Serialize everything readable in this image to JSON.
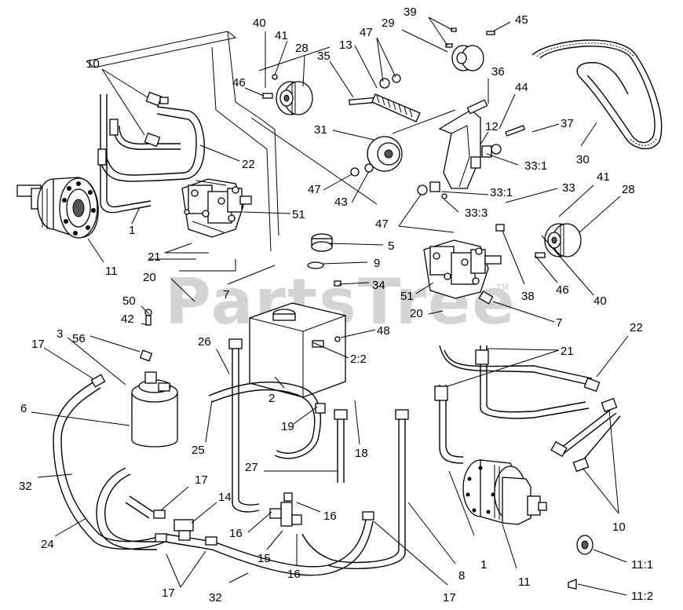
{
  "watermark": {
    "text": "PartsTree",
    "tm": "TM"
  },
  "callouts": [
    {
      "id": "c10a",
      "text": "10"
    },
    {
      "id": "c22a",
      "text": "22"
    },
    {
      "id": "c1a",
      "text": "1"
    },
    {
      "id": "c11a",
      "text": "11"
    },
    {
      "id": "c21a",
      "text": "21"
    },
    {
      "id": "c51a",
      "text": "51"
    },
    {
      "id": "c20a",
      "text": "20"
    },
    {
      "id": "c7a",
      "text": "7"
    },
    {
      "id": "c50",
      "text": "50"
    },
    {
      "id": "c42",
      "text": "42"
    },
    {
      "id": "c56",
      "text": "56"
    },
    {
      "id": "c3",
      "text": "3"
    },
    {
      "id": "c17a",
      "text": "17"
    },
    {
      "id": "c6",
      "text": "6"
    },
    {
      "id": "c26",
      "text": "26"
    },
    {
      "id": "c25",
      "text": "25"
    },
    {
      "id": "c32a",
      "text": "32"
    },
    {
      "id": "c24",
      "text": "24"
    },
    {
      "id": "c17b",
      "text": "17"
    },
    {
      "id": "c14",
      "text": "14"
    },
    {
      "id": "c17c",
      "text": "17"
    },
    {
      "id": "c32b",
      "text": "32"
    },
    {
      "id": "c16a",
      "text": "16"
    },
    {
      "id": "c15",
      "text": "15"
    },
    {
      "id": "c16b",
      "text": "16"
    },
    {
      "id": "c16c",
      "text": "16"
    },
    {
      "id": "c27",
      "text": "27"
    },
    {
      "id": "c19",
      "text": "19"
    },
    {
      "id": "c18",
      "text": "18"
    },
    {
      "id": "c2",
      "text": "2"
    },
    {
      "id": "c22b",
      "text": "2:2"
    },
    {
      "id": "c48",
      "text": "48"
    },
    {
      "id": "c34",
      "text": "34"
    },
    {
      "id": "c9",
      "text": "9"
    },
    {
      "id": "c5",
      "text": "5"
    },
    {
      "id": "c8",
      "text": "8"
    },
    {
      "id": "c17d",
      "text": "17"
    },
    {
      "id": "c1b",
      "text": "1"
    },
    {
      "id": "c11b",
      "text": "11"
    },
    {
      "id": "c111",
      "text": "11:1"
    },
    {
      "id": "c112",
      "text": "11:2"
    },
    {
      "id": "c10b",
      "text": "10"
    },
    {
      "id": "c21b",
      "text": "21"
    },
    {
      "id": "c22c",
      "text": "22"
    },
    {
      "id": "c7b",
      "text": "7"
    },
    {
      "id": "c20b",
      "text": "20"
    },
    {
      "id": "c51b",
      "text": "51"
    },
    {
      "id": "c38",
      "text": "38"
    },
    {
      "id": "c46b",
      "text": "46"
    },
    {
      "id": "c40b",
      "text": "40"
    },
    {
      "id": "c41b",
      "text": "41"
    },
    {
      "id": "c28b",
      "text": "28"
    },
    {
      "id": "c47c",
      "text": "47"
    },
    {
      "id": "c333",
      "text": "33:3"
    },
    {
      "id": "c331a",
      "text": "33:1"
    },
    {
      "id": "c33",
      "text": "33"
    },
    {
      "id": "c331b",
      "text": "33:1"
    },
    {
      "id": "c30",
      "text": "30"
    },
    {
      "id": "c37",
      "text": "37"
    },
    {
      "id": "c12",
      "text": "12"
    },
    {
      "id": "c44",
      "text": "44"
    },
    {
      "id": "c36",
      "text": "36"
    },
    {
      "id": "c45",
      "text": "45"
    },
    {
      "id": "c39",
      "text": "39"
    },
    {
      "id": "c29",
      "text": "29"
    },
    {
      "id": "c47a",
      "text": "47"
    },
    {
      "id": "c13",
      "text": "13"
    },
    {
      "id": "c35",
      "text": "35"
    },
    {
      "id": "c31",
      "text": "31"
    },
    {
      "id": "c47b",
      "text": "47"
    },
    {
      "id": "c43",
      "text": "43"
    },
    {
      "id": "c40a",
      "text": "40"
    },
    {
      "id": "c41a",
      "text": "41"
    },
    {
      "id": "c28a",
      "text": "28"
    },
    {
      "id": "c46a",
      "text": "46"
    }
  ]
}
